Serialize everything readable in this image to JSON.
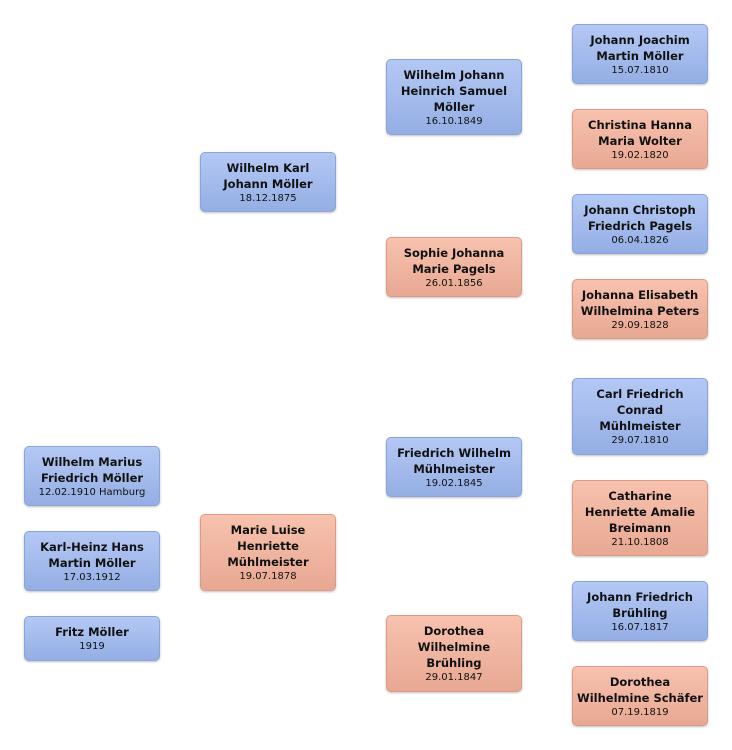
{
  "persons": {
    "wilhelm_marius": {
      "name": "Wilhelm Marius\nFriedrich Möller",
      "date": "12.02.1910 Hamburg",
      "sex": "male"
    },
    "karl_heinz": {
      "name": "Karl-Heinz Hans\nMartin Möller",
      "date": "17.03.1912",
      "sex": "male"
    },
    "fritz": {
      "name": "Fritz Möller",
      "date": "1919",
      "sex": "male"
    },
    "wilhelm_karl": {
      "name": "Wilhelm Karl\nJohann Möller",
      "date": "18.12.1875",
      "sex": "male"
    },
    "marie_luise": {
      "name": "Marie Luise\nHenriette\nMühlmeister",
      "date": "19.07.1878",
      "sex": "female"
    },
    "wilhelm_johann": {
      "name": "Wilhelm Johann\nHeinrich Samuel\nMöller",
      "date": "16.10.1849",
      "sex": "male"
    },
    "sophie": {
      "name": "Sophie Johanna\nMarie Pagels",
      "date": "26.01.1856",
      "sex": "female"
    },
    "friedrich_wilhelm": {
      "name": "Friedrich Wilhelm\nMühlmeister",
      "date": "19.02.1845",
      "sex": "male"
    },
    "dorothea_bruehling": {
      "name": "Dorothea\nWilhelmine\nBrühling",
      "date": "29.01.1847",
      "sex": "female"
    },
    "johann_joachim": {
      "name": "Johann Joachim\nMartin Möller",
      "date": "15.07.1810",
      "sex": "male"
    },
    "christina": {
      "name": "Christina Hanna\nMaria Wolter",
      "date": "19.02.1820",
      "sex": "female"
    },
    "johann_christoph": {
      "name": "Johann Christoph\nFriedrich Pagels",
      "date": "06.04.1826",
      "sex": "male"
    },
    "johanna_elisabeth": {
      "name": "Johanna Elisabeth\nWilhelmina Peters",
      "date": "29.09.1828",
      "sex": "female"
    },
    "carl_friedrich": {
      "name": "Carl Friedrich\nConrad\nMühlmeister",
      "date": "29.07.1810",
      "sex": "male"
    },
    "catharine": {
      "name": "Catharine\nHenriette Amalie\nBreimann",
      "date": "21.10.1808",
      "sex": "female"
    },
    "johann_friedrich": {
      "name": "Johann Friedrich\nBrühling",
      "date": "16.07.1817",
      "sex": "male"
    },
    "dorothea_schaefer": {
      "name": "Dorothea\nWilhelmine Schäfer",
      "date": "07.19.1819",
      "sex": "female"
    }
  },
  "colors": {
    "male": "#a4bcee",
    "female": "#f2b8a2"
  }
}
